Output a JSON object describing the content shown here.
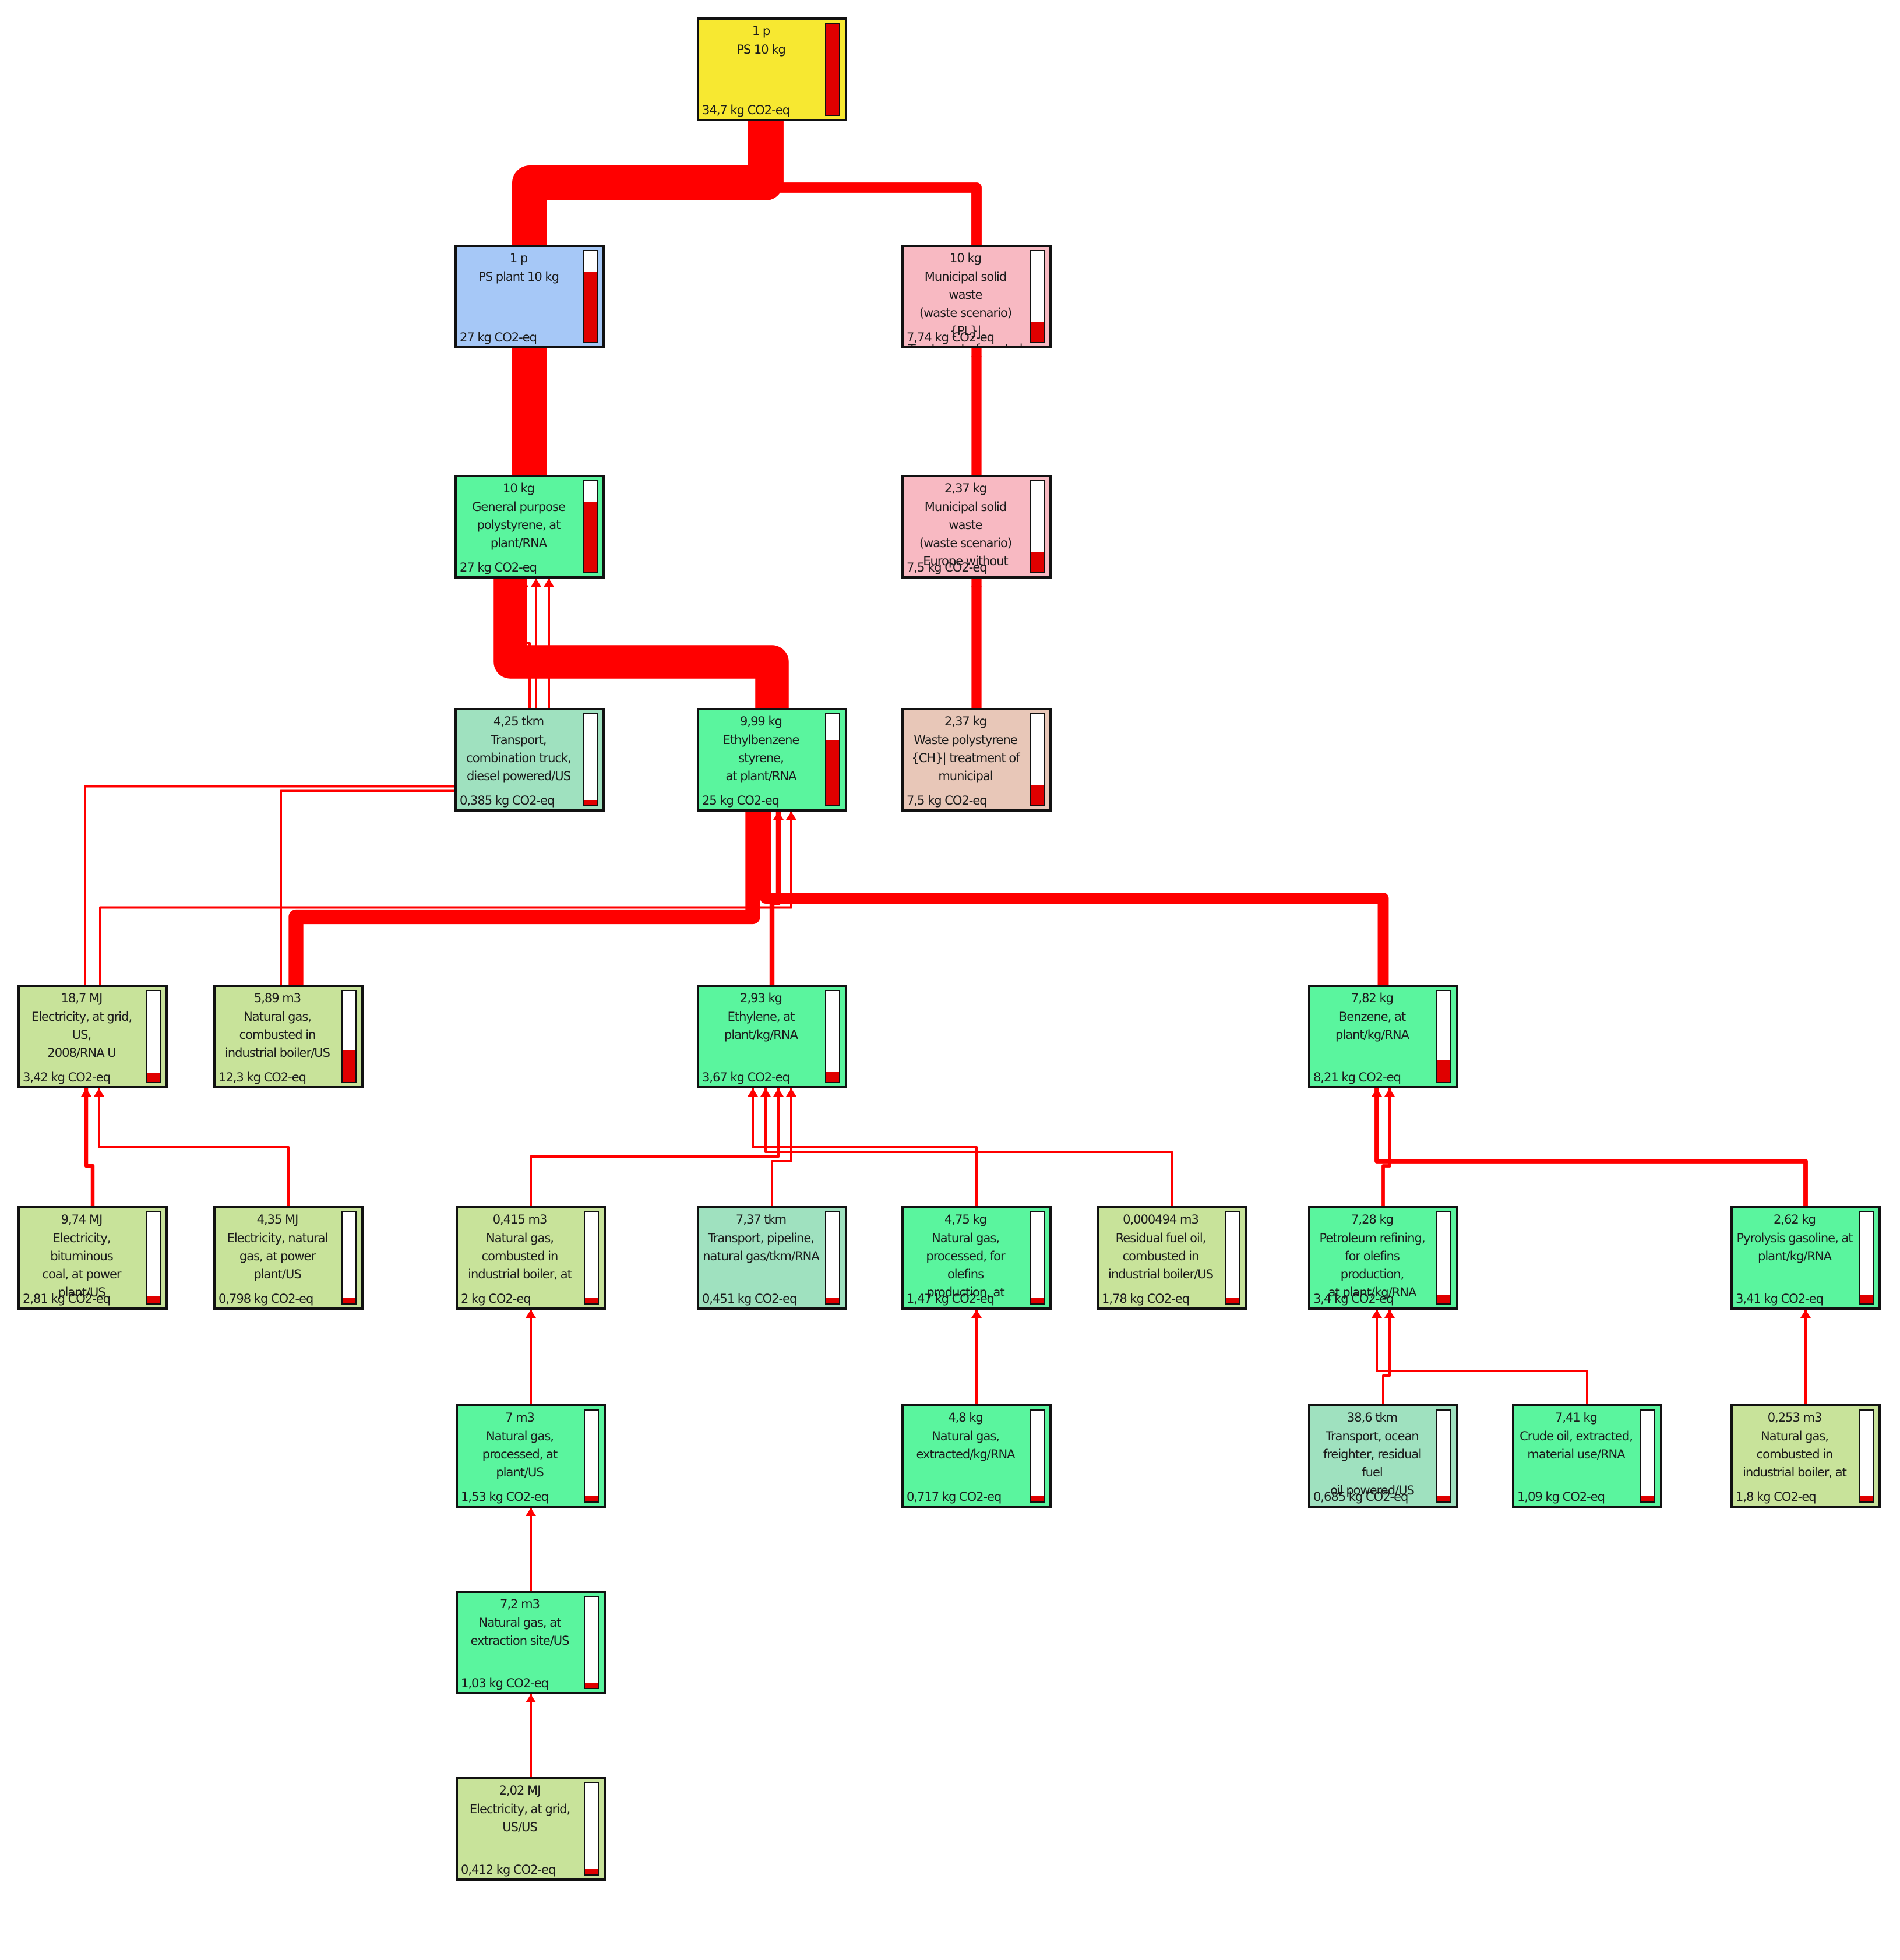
{
  "colors": {
    "flow": "#ff0000",
    "border": "#111111",
    "gauge_fill": "#e00000",
    "product": "#f7e831",
    "assembly": "#a6c8f7",
    "waste": "#f8b9c2",
    "waste_treatment": "#e8c7b8",
    "material": "#5af59e",
    "transport": "#9fe1bf",
    "energy": "#c8e39a"
  },
  "nodes": [
    {
      "id": "ps10",
      "category": "product",
      "amount": "1 p",
      "label": "PS 10 kg",
      "impact": "34,7 kg CO2-eq",
      "share": 1.0
    },
    {
      "id": "psplant",
      "category": "assembly",
      "amount": "1 p",
      "label": "PS plant 10 kg",
      "impact": "27 kg CO2-eq",
      "share": 0.778
    },
    {
      "id": "msw1",
      "category": "waste",
      "amount": "10 kg",
      "label": "Municipal solid waste\n(waste scenario) {PL}|\nTreatment of waste |",
      "impact": "7,74 kg CO2-eq",
      "share": 0.223
    },
    {
      "id": "gpps",
      "category": "material",
      "amount": "10 kg",
      "label": "General purpose\npolystyrene, at\nplant/RNA",
      "impact": "27 kg CO2-eq",
      "share": 0.778
    },
    {
      "id": "msw2",
      "category": "waste",
      "amount": "2,37 kg",
      "label": "Municipal solid waste\n(waste scenario)\nEurope without",
      "impact": "7,5 kg CO2-eq",
      "share": 0.216
    },
    {
      "id": "truck",
      "category": "transport",
      "amount": "4,25 tkm",
      "label": "Transport,\ncombination truck,\ndiesel powered/US",
      "impact": "0,385 kg CO2-eq",
      "share": 0.011
    },
    {
      "id": "ebstyrene",
      "category": "material",
      "amount": "9,99 kg",
      "label": "Ethylbenzene styrene,\nat plant/RNA",
      "impact": "25 kg CO2-eq",
      "share": 0.72
    },
    {
      "id": "wasteps",
      "category": "waste_treatment",
      "amount": "2,37 kg",
      "label": "Waste polystyrene\n{CH}| treatment of\nmunicipal",
      "impact": "7,5 kg CO2-eq",
      "share": 0.216
    },
    {
      "id": "elecgrid2008",
      "category": "energy",
      "amount": "18,7 MJ",
      "label": "Electricity, at grid, US,\n2008/RNA U",
      "impact": "3,42 kg CO2-eq",
      "share": 0.099
    },
    {
      "id": "ngboiler1",
      "category": "energy",
      "amount": "5,89 m3",
      "label": "Natural gas,\ncombusted in\nindustrial boiler/US",
      "impact": "12,3 kg CO2-eq",
      "share": 0.354
    },
    {
      "id": "ethylene",
      "category": "material",
      "amount": "2,93 kg",
      "label": "Ethylene, at\nplant/kg/RNA",
      "impact": "3,67 kg CO2-eq",
      "share": 0.106
    },
    {
      "id": "benzene",
      "category": "material",
      "amount": "7,82 kg",
      "label": "Benzene, at\nplant/kg/RNA",
      "impact": "8,21 kg CO2-eq",
      "share": 0.237
    },
    {
      "id": "elecbit",
      "category": "energy",
      "amount": "9,74 MJ",
      "label": "Electricity, bituminous\ncoal, at power\nplant/US",
      "impact": "2,81 kg CO2-eq",
      "share": 0.081
    },
    {
      "id": "elecng",
      "category": "energy",
      "amount": "4,35 MJ",
      "label": "Electricity, natural\ngas, at power\nplant/US",
      "impact": "0,798 kg CO2-eq",
      "share": 0.023
    },
    {
      "id": "ngboiler2",
      "category": "energy",
      "amount": "0,415 m3",
      "label": "Natural gas,\ncombusted in\nindustrial boiler, at",
      "impact": "2 kg CO2-eq",
      "share": 0.058
    },
    {
      "id": "pipeline",
      "category": "transport",
      "amount": "7,37 tkm",
      "label": "Transport, pipeline,\nnatural gas/tkm/RNA",
      "impact": "0,451 kg CO2-eq",
      "share": 0.013
    },
    {
      "id": "ngolefins",
      "category": "material",
      "amount": "4,75 kg",
      "label": "Natural gas,\nprocessed, for olefins\nproduction, at",
      "impact": "1,47 kg CO2-eq",
      "share": 0.042
    },
    {
      "id": "resfuel",
      "category": "energy",
      "amount": "0,000494 m3",
      "label": "Residual fuel oil,\ncombusted in\nindustrial boiler/US",
      "impact": "1,78 kg CO2-eq",
      "share": 0.051
    },
    {
      "id": "petroleum",
      "category": "material",
      "amount": "7,28 kg",
      "label": "Petroleum refining,\nfor olefins production,\nat plant/kg/RNA",
      "impact": "3,4 kg CO2-eq",
      "share": 0.098
    },
    {
      "id": "pyrolysis",
      "category": "material",
      "amount": "2,62 kg",
      "label": "Pyrolysis gasoline, at\nplant/kg/RNA",
      "impact": "3,41 kg CO2-eq",
      "share": 0.098
    },
    {
      "id": "ngprocessed",
      "category": "material",
      "amount": "7 m3",
      "label": "Natural gas,\nprocessed, at\nplant/US",
      "impact": "1,53 kg CO2-eq",
      "share": 0.044
    },
    {
      "id": "ngextracted",
      "category": "material",
      "amount": "4,8 kg",
      "label": "Natural gas,\nextracted/kg/RNA",
      "impact": "0,717 kg CO2-eq",
      "share": 0.021
    },
    {
      "id": "ocean",
      "category": "transport",
      "amount": "38,6 tkm",
      "label": "Transport, ocean\nfreighter, residual fuel\noil powered/US",
      "impact": "0,685 kg CO2-eq",
      "share": 0.02
    },
    {
      "id": "crude",
      "category": "material",
      "amount": "7,41 kg",
      "label": "Crude oil, extracted,\nmaterial use/RNA",
      "impact": "1,09 kg CO2-eq",
      "share": 0.031
    },
    {
      "id": "ngboiler3",
      "category": "energy",
      "amount": "0,253 m3",
      "label": "Natural gas,\ncombusted in\nindustrial boiler, at",
      "impact": "1,8 kg CO2-eq",
      "share": 0.052
    },
    {
      "id": "ngextraction",
      "category": "material",
      "amount": "7,2 m3",
      "label": "Natural gas, at\nextraction site/US",
      "impact": "1,03 kg CO2-eq",
      "share": 0.03
    },
    {
      "id": "elecgridus",
      "category": "energy",
      "amount": "2,02 MJ",
      "label": "Electricity, at grid,\nUS/US",
      "impact": "0,412 kg CO2-eq",
      "share": 0.012
    }
  ],
  "flows": [
    {
      "from": "psplant",
      "to": "ps10",
      "value": 27
    },
    {
      "from": "msw1",
      "to": "ps10",
      "value": 7.74
    },
    {
      "from": "gpps",
      "to": "psplant",
      "value": 27
    },
    {
      "from": "msw2",
      "to": "msw1",
      "value": 7.5
    },
    {
      "from": "ebstyrene",
      "to": "gpps",
      "value": 25
    },
    {
      "from": "truck",
      "to": "gpps",
      "value": 0.385
    },
    {
      "from": "elecgrid2008",
      "to": "gpps",
      "value": 0.4
    },
    {
      "from": "ngboiler1",
      "to": "gpps",
      "value": 0.5
    },
    {
      "from": "wasteps",
      "to": "msw2",
      "value": 7.5
    },
    {
      "from": "ngboiler1",
      "to": "ebstyrene",
      "value": 11
    },
    {
      "from": "benzene",
      "to": "ebstyrene",
      "value": 8.21
    },
    {
      "from": "ethylene",
      "to": "ebstyrene",
      "value": 3.67
    },
    {
      "from": "elecgrid2008",
      "to": "ebstyrene",
      "value": 1.5
    },
    {
      "from": "pyrolysis",
      "to": "benzene",
      "value": 3.41
    },
    {
      "from": "petroleum",
      "to": "benzene",
      "value": 2.5
    },
    {
      "from": "ngolefins",
      "to": "ethylene",
      "value": 1.2
    },
    {
      "from": "resfuel",
      "to": "ethylene",
      "value": 1.0
    },
    {
      "from": "ngboiler2",
      "to": "ethylene",
      "value": 0.9
    },
    {
      "from": "pipeline",
      "to": "ethylene",
      "value": 0.3
    },
    {
      "from": "elecbit",
      "to": "elecgrid2008",
      "value": 2.81
    },
    {
      "from": "elecng",
      "to": "elecgrid2008",
      "value": 0.798
    },
    {
      "from": "ngprocessed",
      "to": "ngboiler2",
      "value": 0.5
    },
    {
      "from": "ngextracted",
      "to": "ngolefins",
      "value": 0.717
    },
    {
      "from": "crude",
      "to": "petroleum",
      "value": 1.09
    },
    {
      "from": "ocean",
      "to": "petroleum",
      "value": 0.685
    },
    {
      "from": "ngboiler3",
      "to": "pyrolysis",
      "value": 1.8
    },
    {
      "from": "ngextraction",
      "to": "ngprocessed",
      "value": 1.03
    },
    {
      "from": "elecgridus",
      "to": "ngextraction",
      "value": 0.3
    }
  ]
}
